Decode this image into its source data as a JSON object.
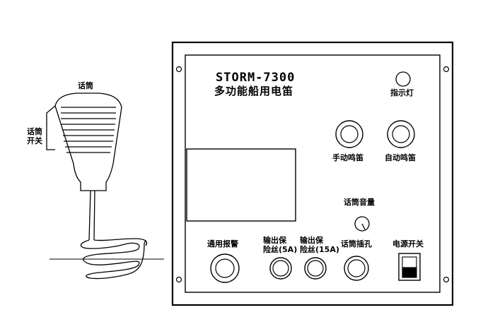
{
  "device": {
    "model": "STORM-7300",
    "name": "多功能船用电笛"
  },
  "microphone": {
    "label": "话筒",
    "switch_label_line1": "话筒",
    "switch_label_line2": "开关"
  },
  "panel": {
    "indicator_label": "指示灯",
    "manual_horn_label": "手动鸣笛",
    "auto_horn_label": "自动鸣笛",
    "mic_volume_label": "话筒音量",
    "general_alarm_label": "通用报警",
    "fuse_5a_line1": "输出保",
    "fuse_5a_line2": "险丝(5A)",
    "fuse_15a_line1": "输出保",
    "fuse_15a_line2": "险丝(15A)",
    "mic_jack_label": "话筒插孔",
    "power_switch_label": "电源开关"
  }
}
